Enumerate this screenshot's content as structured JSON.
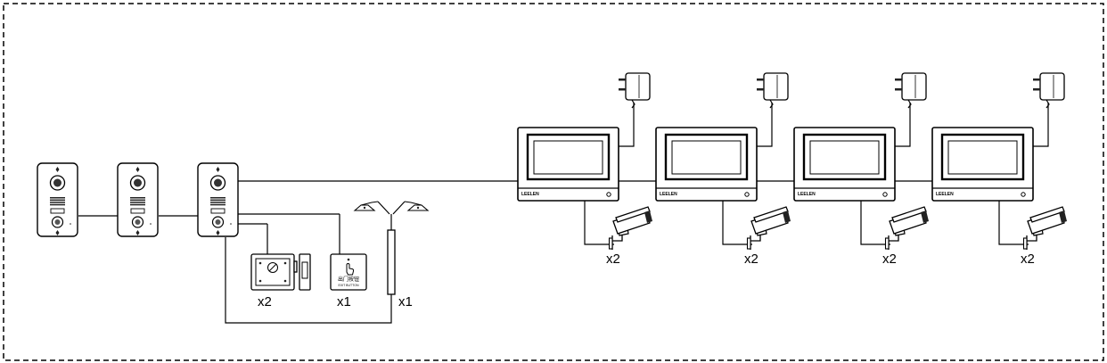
{
  "diagram": {
    "outdoor_stations": [
      {
        "id": 1
      },
      {
        "id": 2
      },
      {
        "id": 3
      }
    ],
    "lock": {
      "qty": "x2"
    },
    "exit_button": {
      "qty": "x1",
      "label_cn": "出门按钮",
      "label_en": "EXIT BUTTON"
    },
    "magnetic_lock": {
      "qty": "x1"
    },
    "monitors": [
      {
        "brand": "LEELEN",
        "camera_qty": "x2"
      },
      {
        "brand": "LEELEN",
        "camera_qty": "x2"
      },
      {
        "brand": "LEELEN",
        "camera_qty": "x2"
      },
      {
        "brand": "LEELEN",
        "camera_qty": "x2"
      }
    ]
  }
}
